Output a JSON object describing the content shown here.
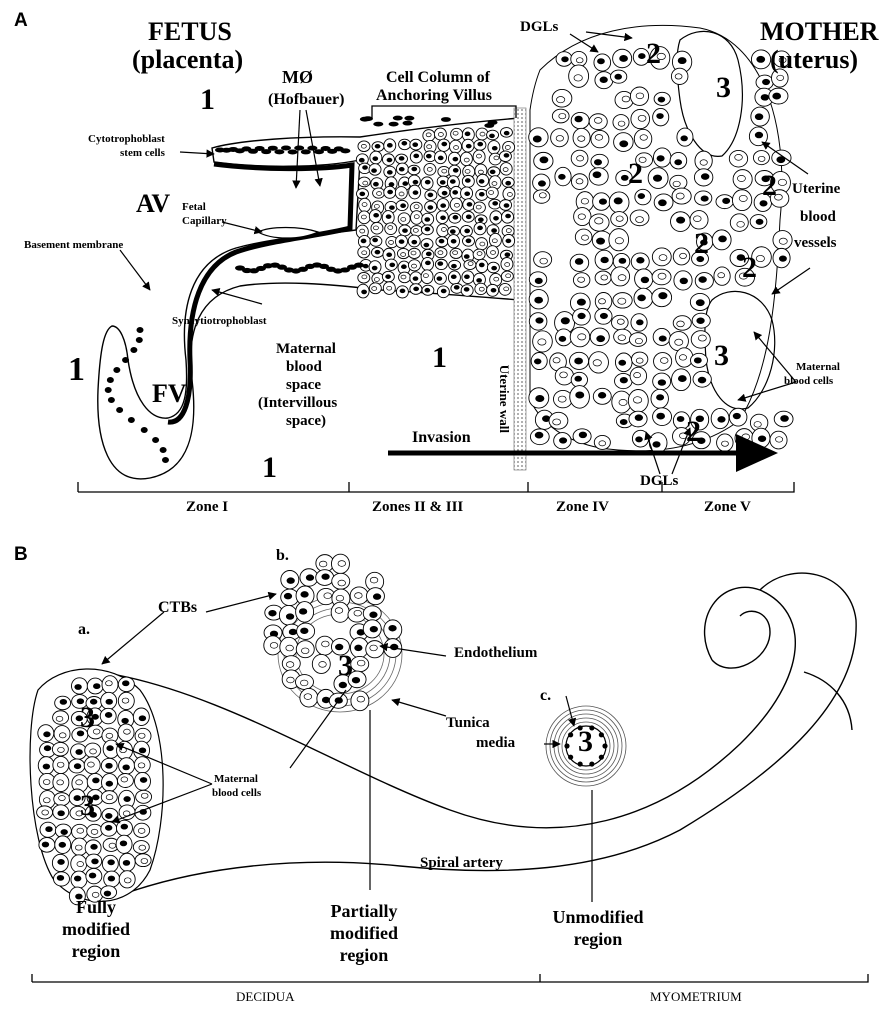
{
  "panel_a": {
    "label": "A",
    "fetus": "FETUS",
    "placenta": "(placenta)",
    "mother": "MOTHER",
    "uterus": "(uterus)",
    "mo": "MØ",
    "hofbauer": "(Hofbauer)",
    "cell_column_line1": "Cell Column of",
    "cell_column_line2": "Anchoring    Villus",
    "dgls": "DGLs",
    "ctb_stem_line1": "Cytotrophoblast",
    "ctb_stem_line2": "stem cells",
    "av": "AV",
    "fetal_capillary_line1": "Fetal",
    "fetal_capillary_line2": "Capillary",
    "basement_membrane": "Basement membrane",
    "syncytiotrophoblast": "Syncytiotrophoblast",
    "fv": "FV",
    "maternal_blood_space": [
      "Maternal",
      "blood",
      "space",
      "(Intervillous",
      "space)"
    ],
    "uterine_wall": "Uterine wall",
    "invasion": "Invasion",
    "uterine_blood_vessels": [
      "Uterine",
      "blood",
      "vessels"
    ],
    "maternal_blood_cells_line1": "Maternal",
    "maternal_blood_cells_line2": "blood cells",
    "numbers": {
      "one": "1",
      "two": "2",
      "three": "3"
    },
    "zones": [
      "Zone I",
      "Zones II & III",
      "Zone IV",
      "Zone V"
    ]
  },
  "panel_b": {
    "label": "B",
    "a": "a.",
    "b": "b.",
    "c": "c.",
    "ctbs": "CTBs",
    "endothelium": "Endothelium",
    "tunica_line1": "Tunica",
    "tunica_line2": "media",
    "maternal_blood_cells_line1": "Maternal",
    "maternal_blood_cells_line2": "blood cells",
    "three": "3",
    "spiral_artery": "Spiral artery",
    "fully": [
      "Fully",
      "modified",
      "region"
    ],
    "partially": [
      "Partially",
      "modified",
      "region"
    ],
    "unmodified": [
      "Unmodified",
      "region"
    ],
    "decidua": "DECIDUA",
    "myometrium": "MYOMETRIUM"
  }
}
